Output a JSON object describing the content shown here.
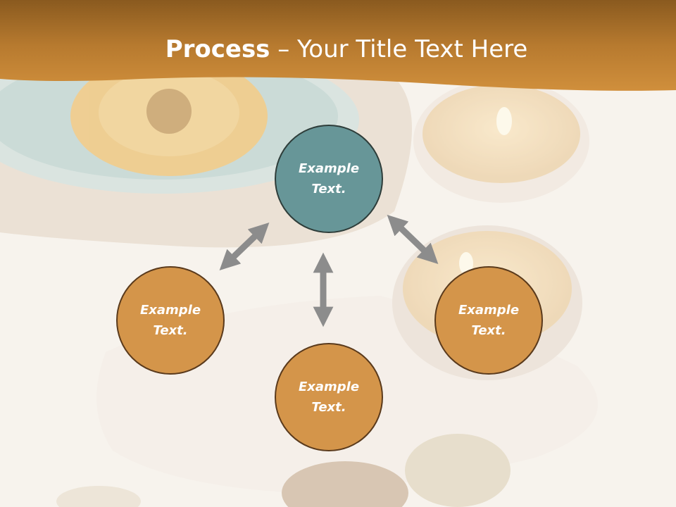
{
  "slide": {
    "title_bold": "Process",
    "title_rest": " – Your Title Text Here"
  },
  "nodes": {
    "top": "Example Text.",
    "left": "Example Text.",
    "right": "Example Text.",
    "bottom": "Example Text."
  },
  "colors": {
    "header": "#b97a2c",
    "node_orange": "#d4954a",
    "node_teal": "#679698",
    "arrow": "#8c8c8c"
  }
}
